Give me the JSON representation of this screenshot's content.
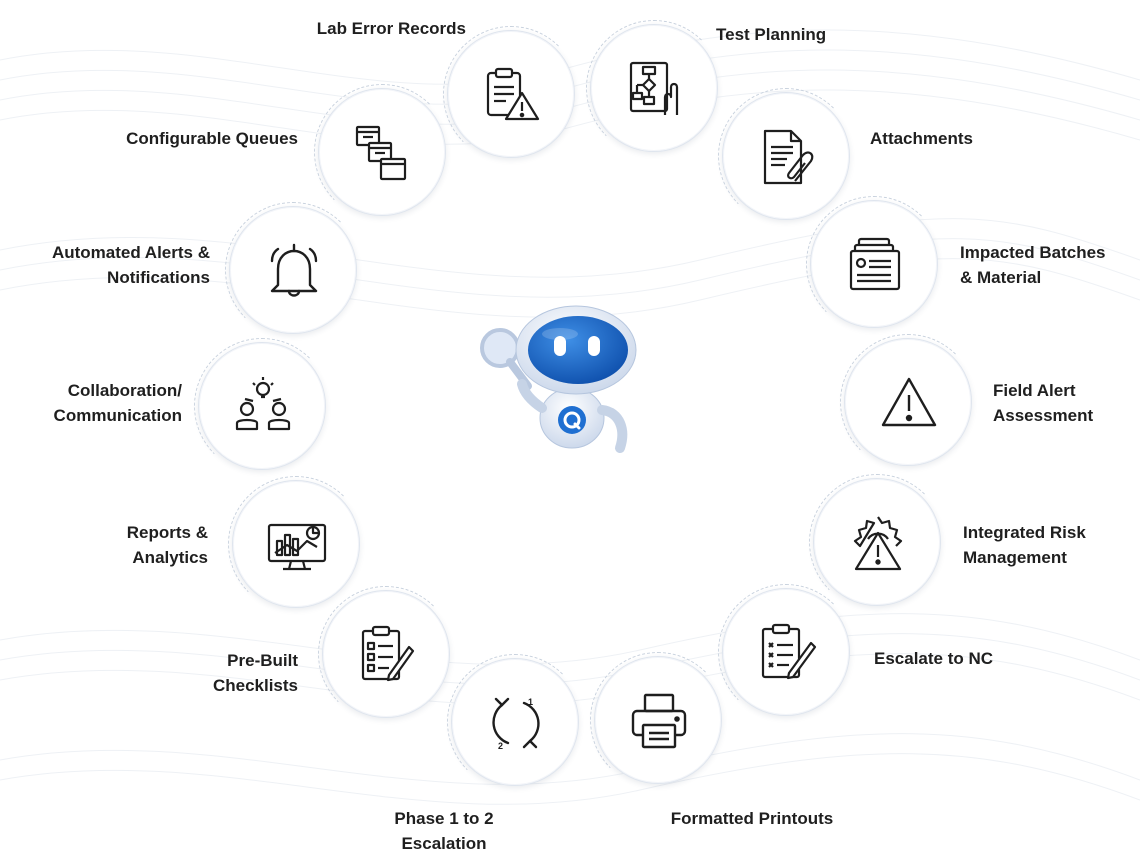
{
  "center": {
    "mascot": "robot-mascot"
  },
  "features": [
    {
      "id": "lab-error-records",
      "label": "Lab Error Records",
      "icon": "clipboard-warning-icon"
    },
    {
      "id": "test-planning",
      "label": "Test Planning",
      "icon": "flowchart-hand-icon"
    },
    {
      "id": "attachments",
      "label": "Attachments",
      "icon": "document-paperclip-icon"
    },
    {
      "id": "impacted-batches",
      "label": "Impacted Batches\n& Material",
      "icon": "batch-files-icon"
    },
    {
      "id": "field-alert",
      "label": "Field Alert\nAssessment",
      "icon": "warning-triangle-icon"
    },
    {
      "id": "integrated-risk",
      "label": "Integrated Risk\nManagement",
      "icon": "gear-warning-icon"
    },
    {
      "id": "escalate-nc",
      "label": "Escalate to NC",
      "icon": "checklist-pen-icon"
    },
    {
      "id": "formatted-printouts",
      "label": "Formatted Printouts",
      "icon": "printer-icon"
    },
    {
      "id": "phase-escalation",
      "label": "Phase 1 to 2\nEscalation",
      "icon": "cycle-arrows-icon"
    },
    {
      "id": "pre-built-checklists",
      "label": "Pre-Built\nChecklists",
      "icon": "clipboard-checklist-icon"
    },
    {
      "id": "reports-analytics",
      "label": "Reports &\nAnalytics",
      "icon": "monitor-chart-icon"
    },
    {
      "id": "collaboration",
      "label": "Collaboration/\nCommunication",
      "icon": "people-idea-icon"
    },
    {
      "id": "automated-alerts",
      "label": "Automated Alerts &\nNotifications",
      "icon": "bell-icon"
    },
    {
      "id": "configurable-queues",
      "label": "Configurable Queues",
      "icon": "stacked-windows-icon"
    }
  ]
}
